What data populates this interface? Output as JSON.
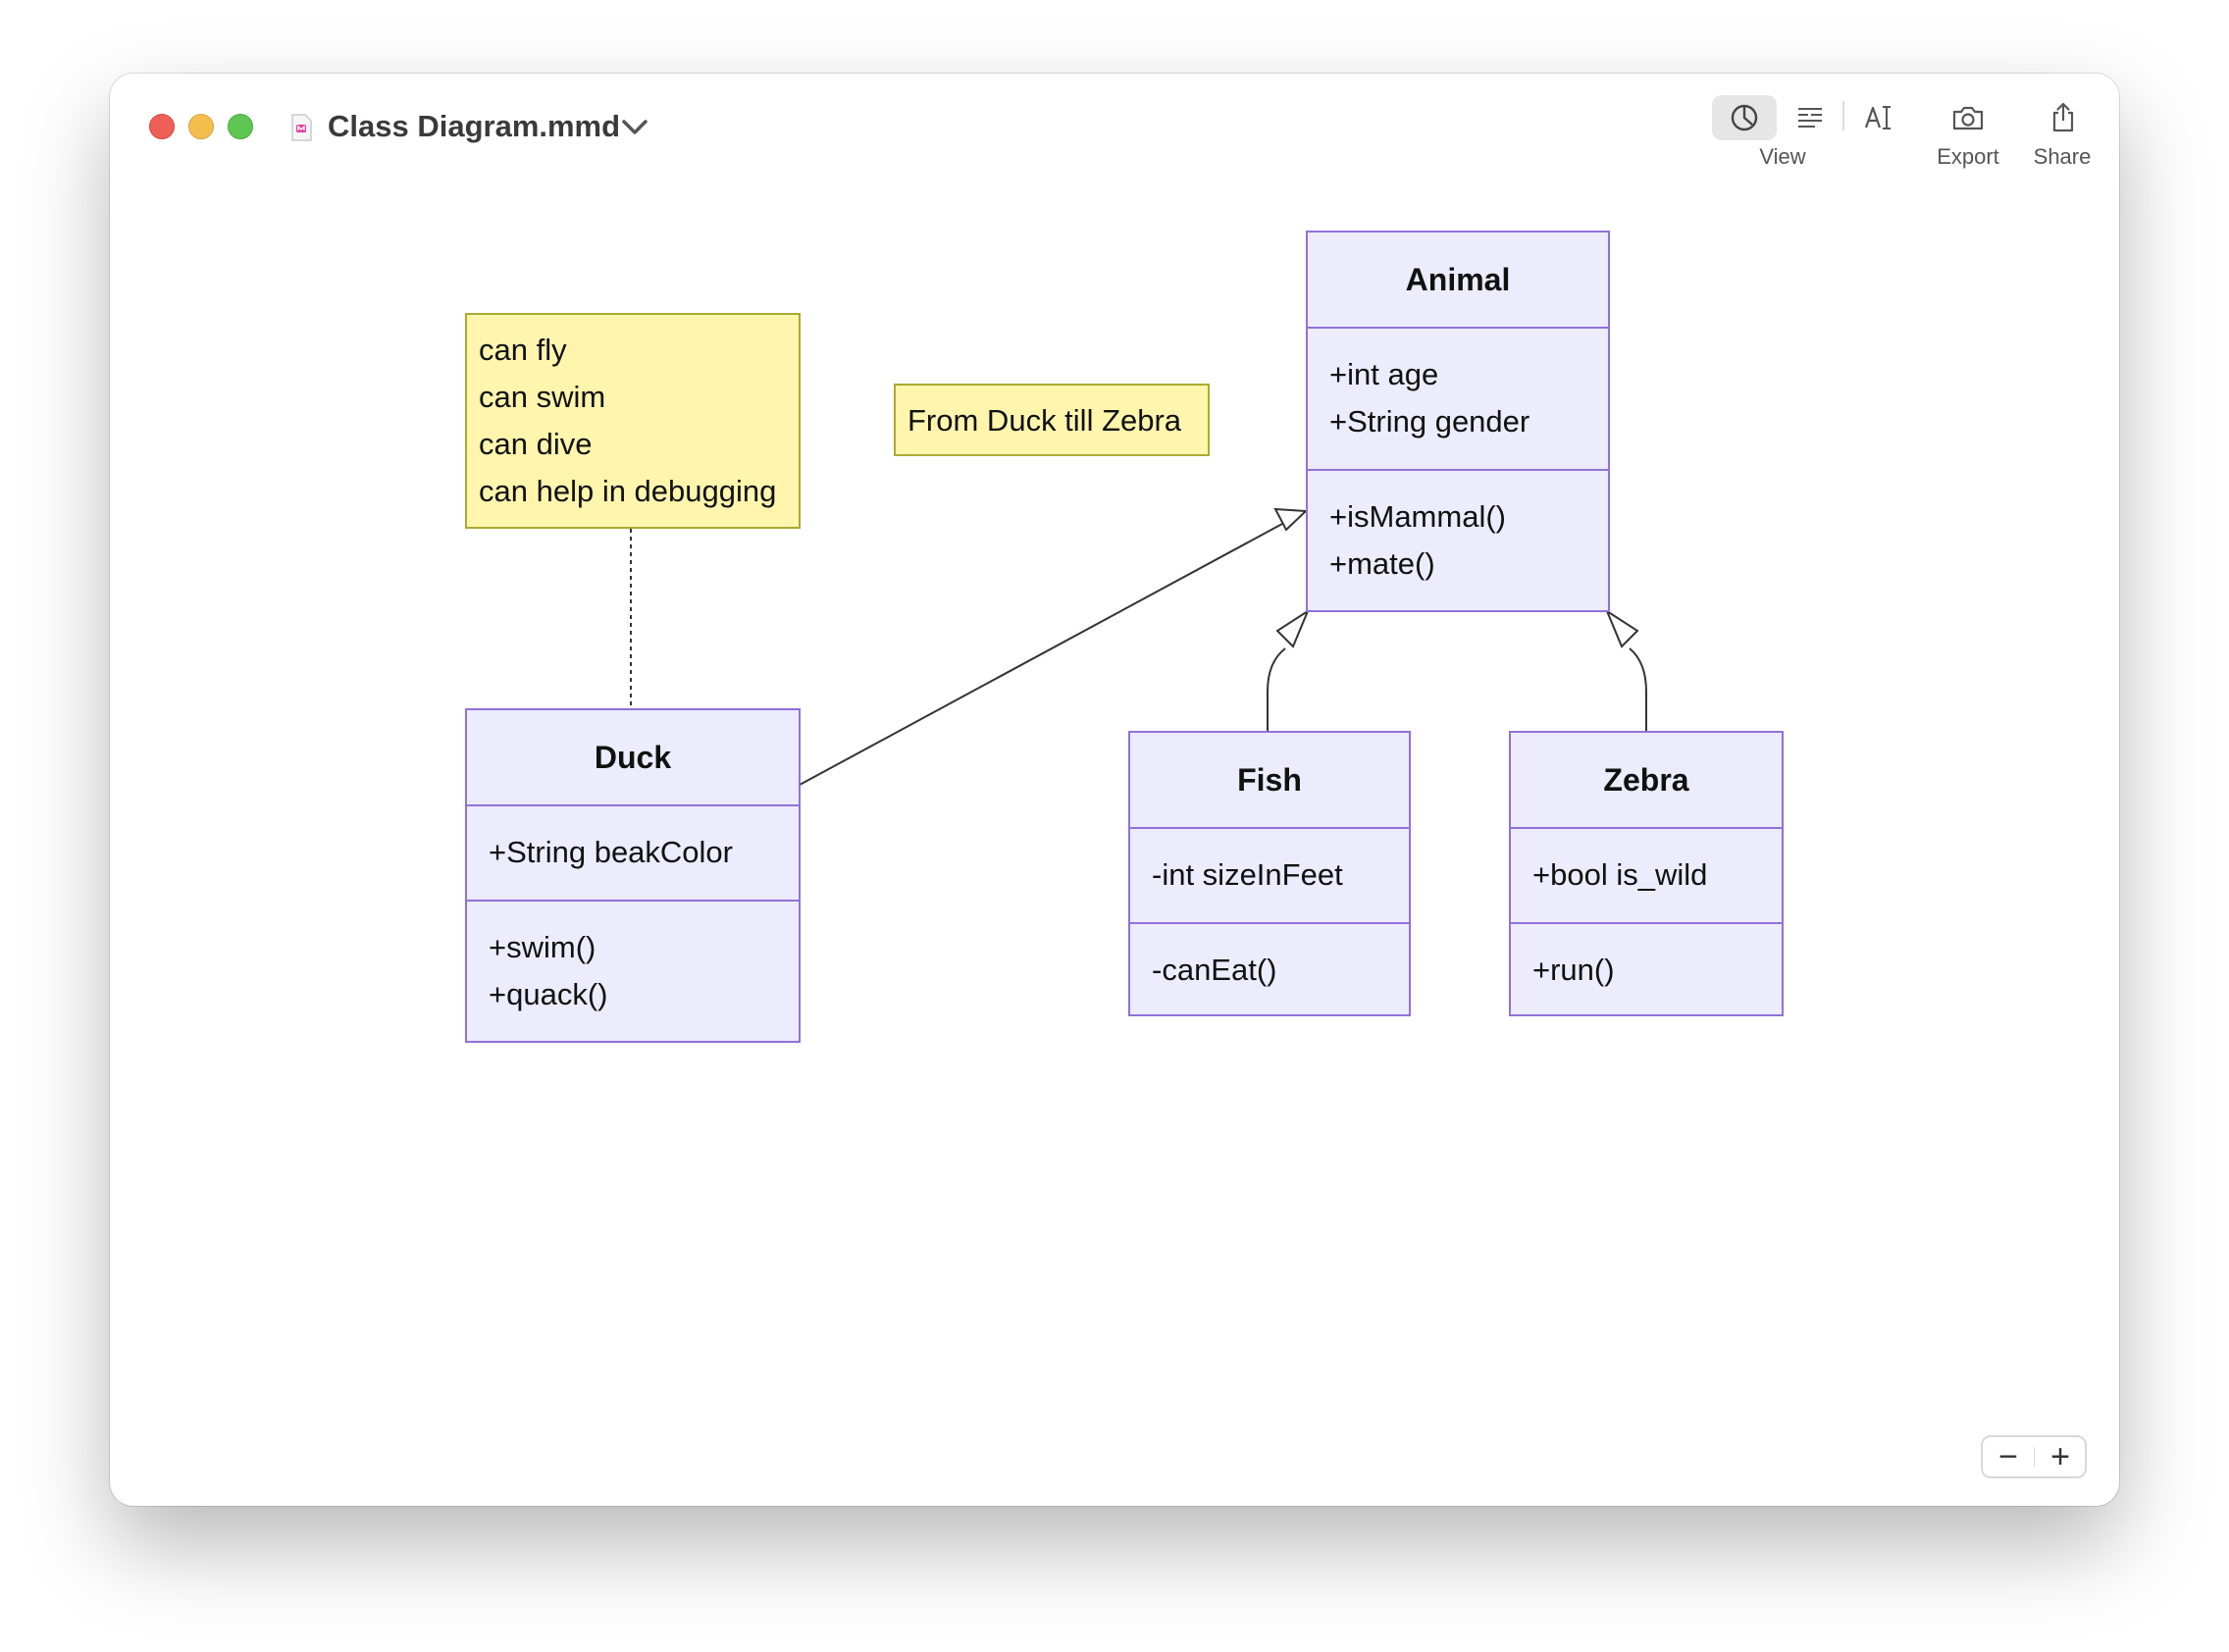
{
  "window": {
    "title": "Class Diagram.mmd"
  },
  "toolbar": {
    "view_label": "View",
    "export_label": "Export",
    "share_label": "Share"
  },
  "diagram": {
    "classes": {
      "animal": {
        "name": "Animal",
        "attributes": [
          "+int age",
          "+String gender"
        ],
        "methods": [
          "+isMammal()",
          "+mate()"
        ]
      },
      "duck": {
        "name": "Duck",
        "attributes": [
          "+String beakColor"
        ],
        "methods": [
          "+swim()",
          "+quack()"
        ]
      },
      "fish": {
        "name": "Fish",
        "attributes": [
          "-int sizeInFeet"
        ],
        "methods": [
          "-canEat()"
        ]
      },
      "zebra": {
        "name": "Zebra",
        "attributes": [
          "+bool is_wild"
        ],
        "methods": [
          "+run()"
        ]
      }
    },
    "notes": {
      "duck_note": [
        "can fly",
        "can swim",
        "can dive",
        "can help in debugging"
      ],
      "free_note": "From Duck till Zebra"
    }
  },
  "zoom": {
    "minus": "−",
    "plus": "+"
  },
  "colors": {
    "class_fill": "#ececfd",
    "class_border": "#9370db",
    "note_fill": "#fff5ad",
    "note_border": "#aaaa33"
  }
}
